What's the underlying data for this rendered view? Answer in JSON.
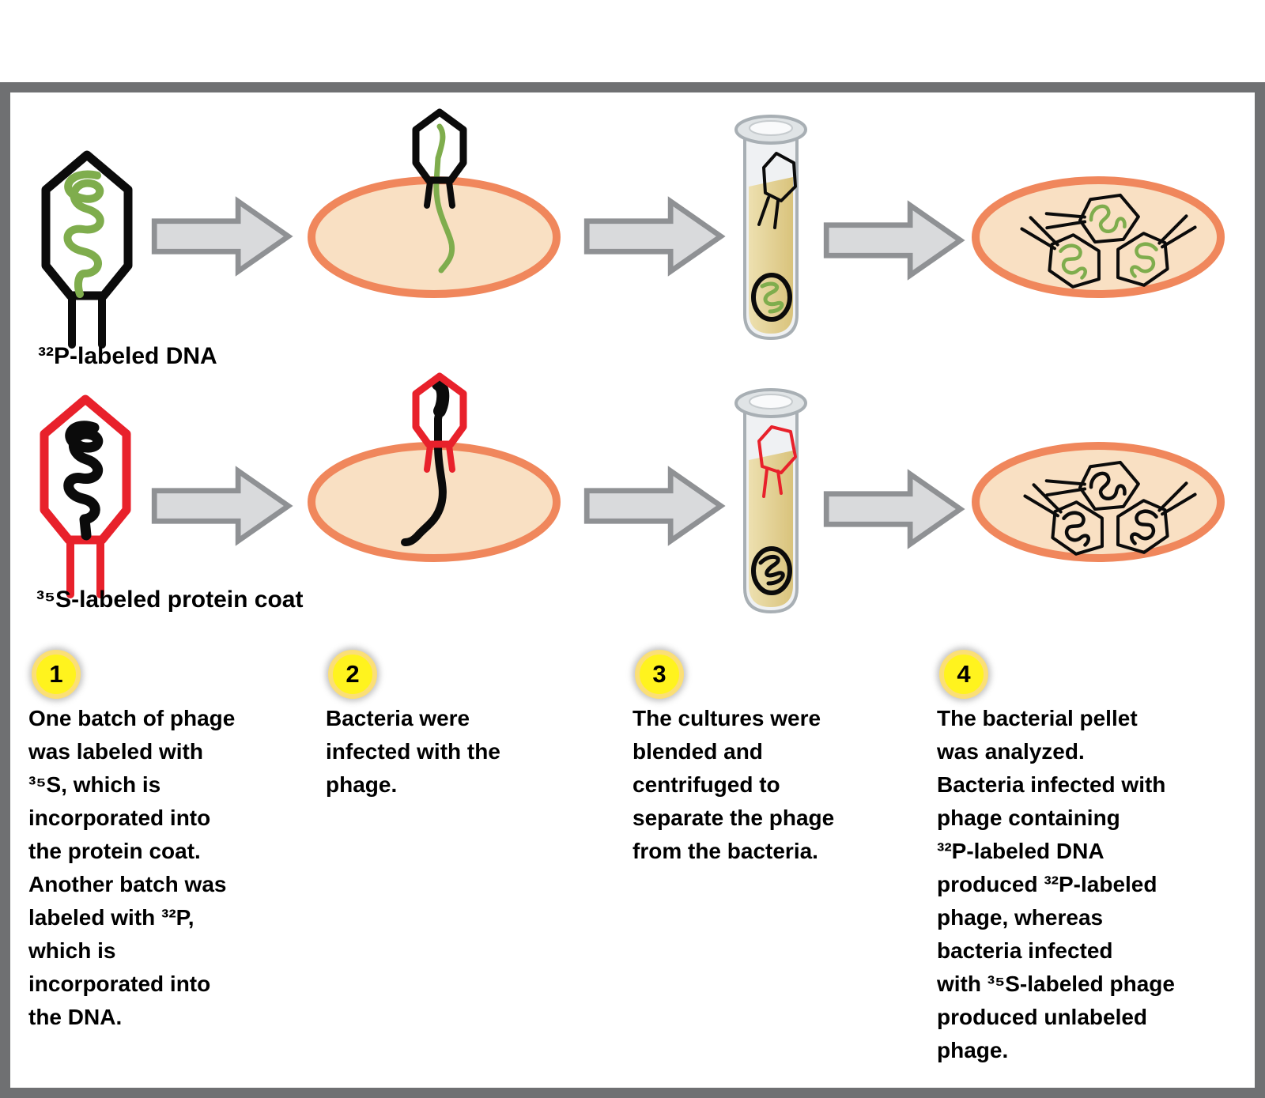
{
  "colors": {
    "frame": "#6F7072",
    "dna-green": "#7FAD4D",
    "coat-red": "#E8212B",
    "cell-fill": "#F9E0C3",
    "cell-stroke": "#F0875C",
    "arrow-fill": "#D9DADC",
    "arrow-stroke": "#8F9194",
    "liquid": "#E8D79F",
    "liquid-dark": "#D9C37C",
    "badge-yellow": "#FFF31E",
    "badge-ring": "#FBDF76",
    "text": "#000000"
  },
  "figure": {
    "row_32p": {
      "label": "³²P-labeled DNA"
    },
    "row_35s": {
      "label": "³⁵S-labeled protein coat"
    },
    "steps": [
      {
        "number": "1",
        "text": "One batch of phage\nwas labeled with\n³⁵S, which is\nincorporated into\nthe protein coat.\nAnother batch was\nlabeled with ³²P,\nwhich is\nincorporated into\nthe DNA."
      },
      {
        "number": "2",
        "text": "Bacteria were\ninfected with the\nphage."
      },
      {
        "number": "3",
        "text": "The cultures were\nblended and\ncentrifuged to\nseparate the phage\nfrom the bacteria."
      },
      {
        "number": "4",
        "text": "The bacterial pellet\nwas analyzed.\nBacteria infected with\nphage containing\n³²P-labeled DNA\nproduced ³²P-labeled\nphage, whereas\nbacteria infected\nwith ³⁵S-labeled phage\nproduced unlabeled\nphage."
      }
    ]
  }
}
